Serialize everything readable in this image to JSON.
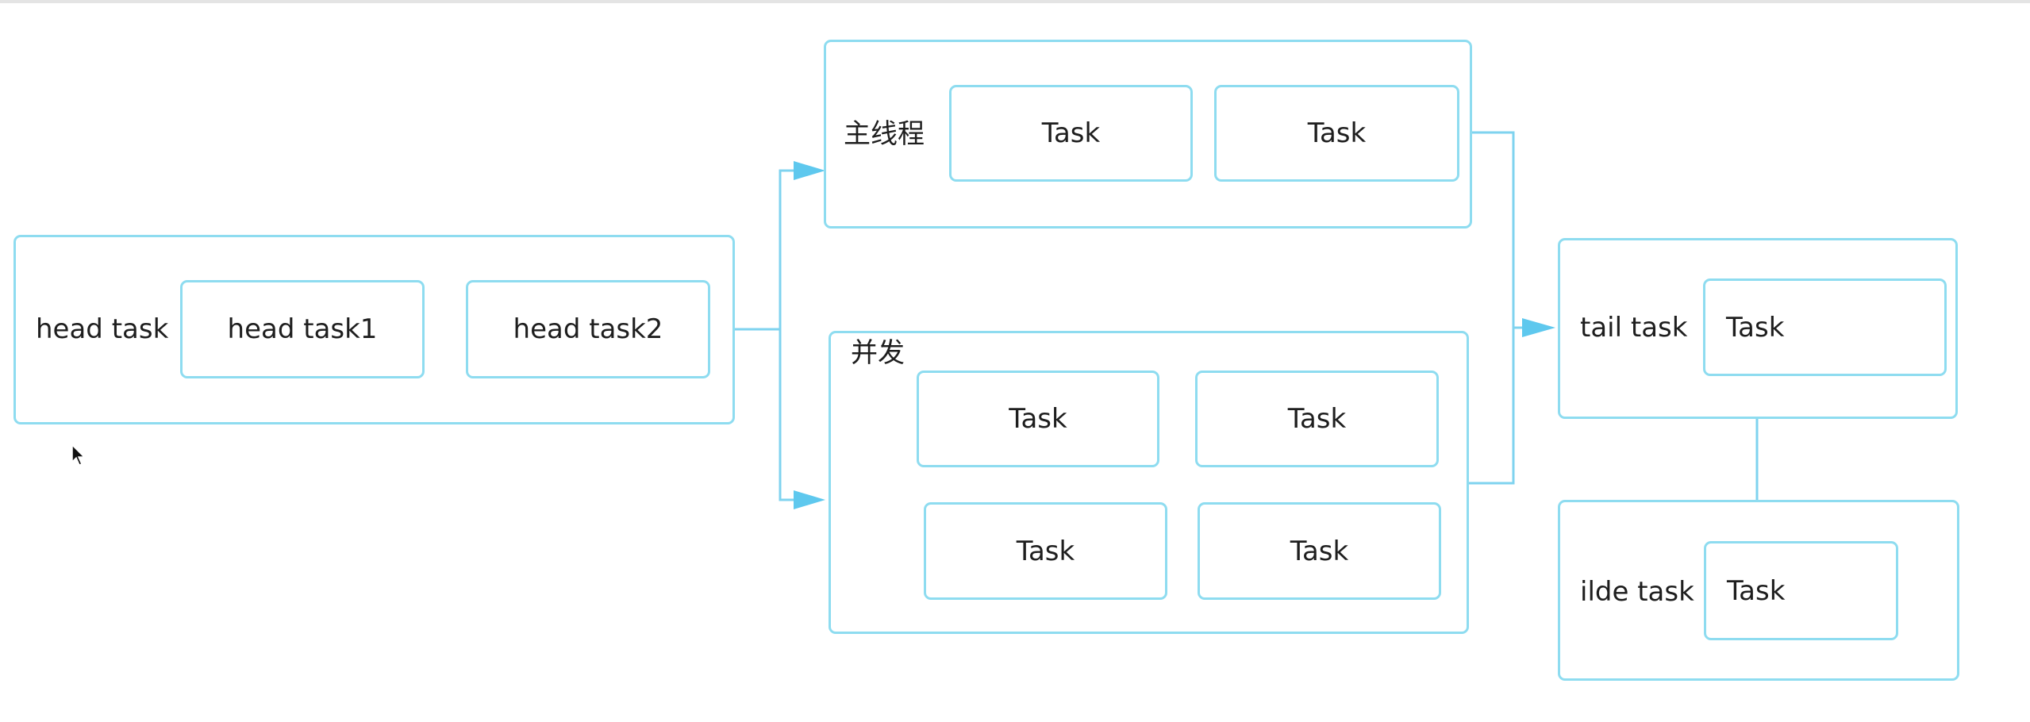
{
  "head_group": {
    "label": "head task",
    "tasks": [
      "head task1",
      "head task2"
    ]
  },
  "main_thread_group": {
    "label": "主线程",
    "tasks": [
      "Task",
      "Task"
    ]
  },
  "concurrent_group": {
    "label": "并发",
    "tasks": [
      "Task",
      "Task",
      "Task",
      "Task"
    ]
  },
  "tail_group": {
    "label": "tail task",
    "tasks": [
      "Task"
    ]
  },
  "idle_group": {
    "label": "ilde task",
    "tasks": [
      "Task"
    ]
  },
  "colors": {
    "border": "#8edcf0",
    "arrow": "#5ec8ee",
    "connector": "#7fd3ef"
  }
}
